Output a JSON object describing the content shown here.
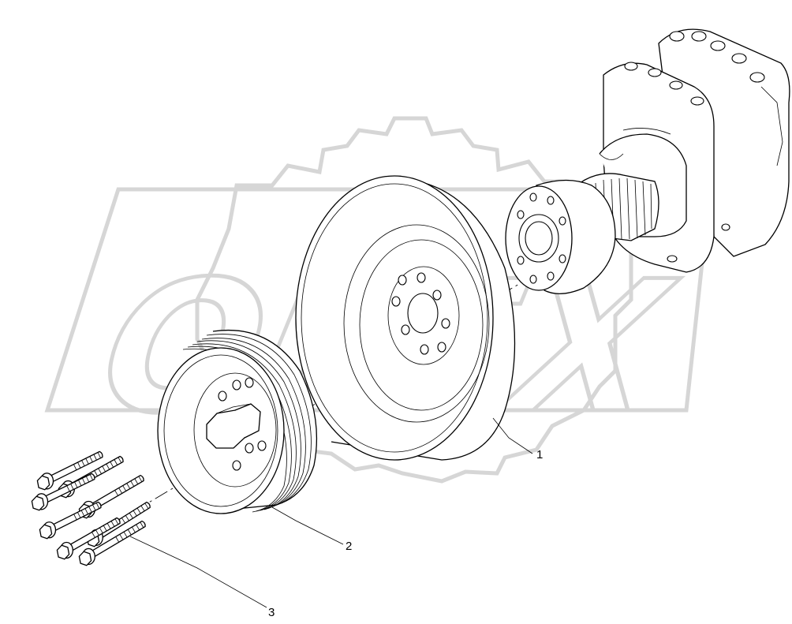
{
  "watermark": {
    "text": "OPEX"
  },
  "callouts": [
    {
      "id": "1",
      "label": "1"
    },
    {
      "id": "2",
      "label": "2"
    },
    {
      "id": "3",
      "label": "3"
    }
  ]
}
